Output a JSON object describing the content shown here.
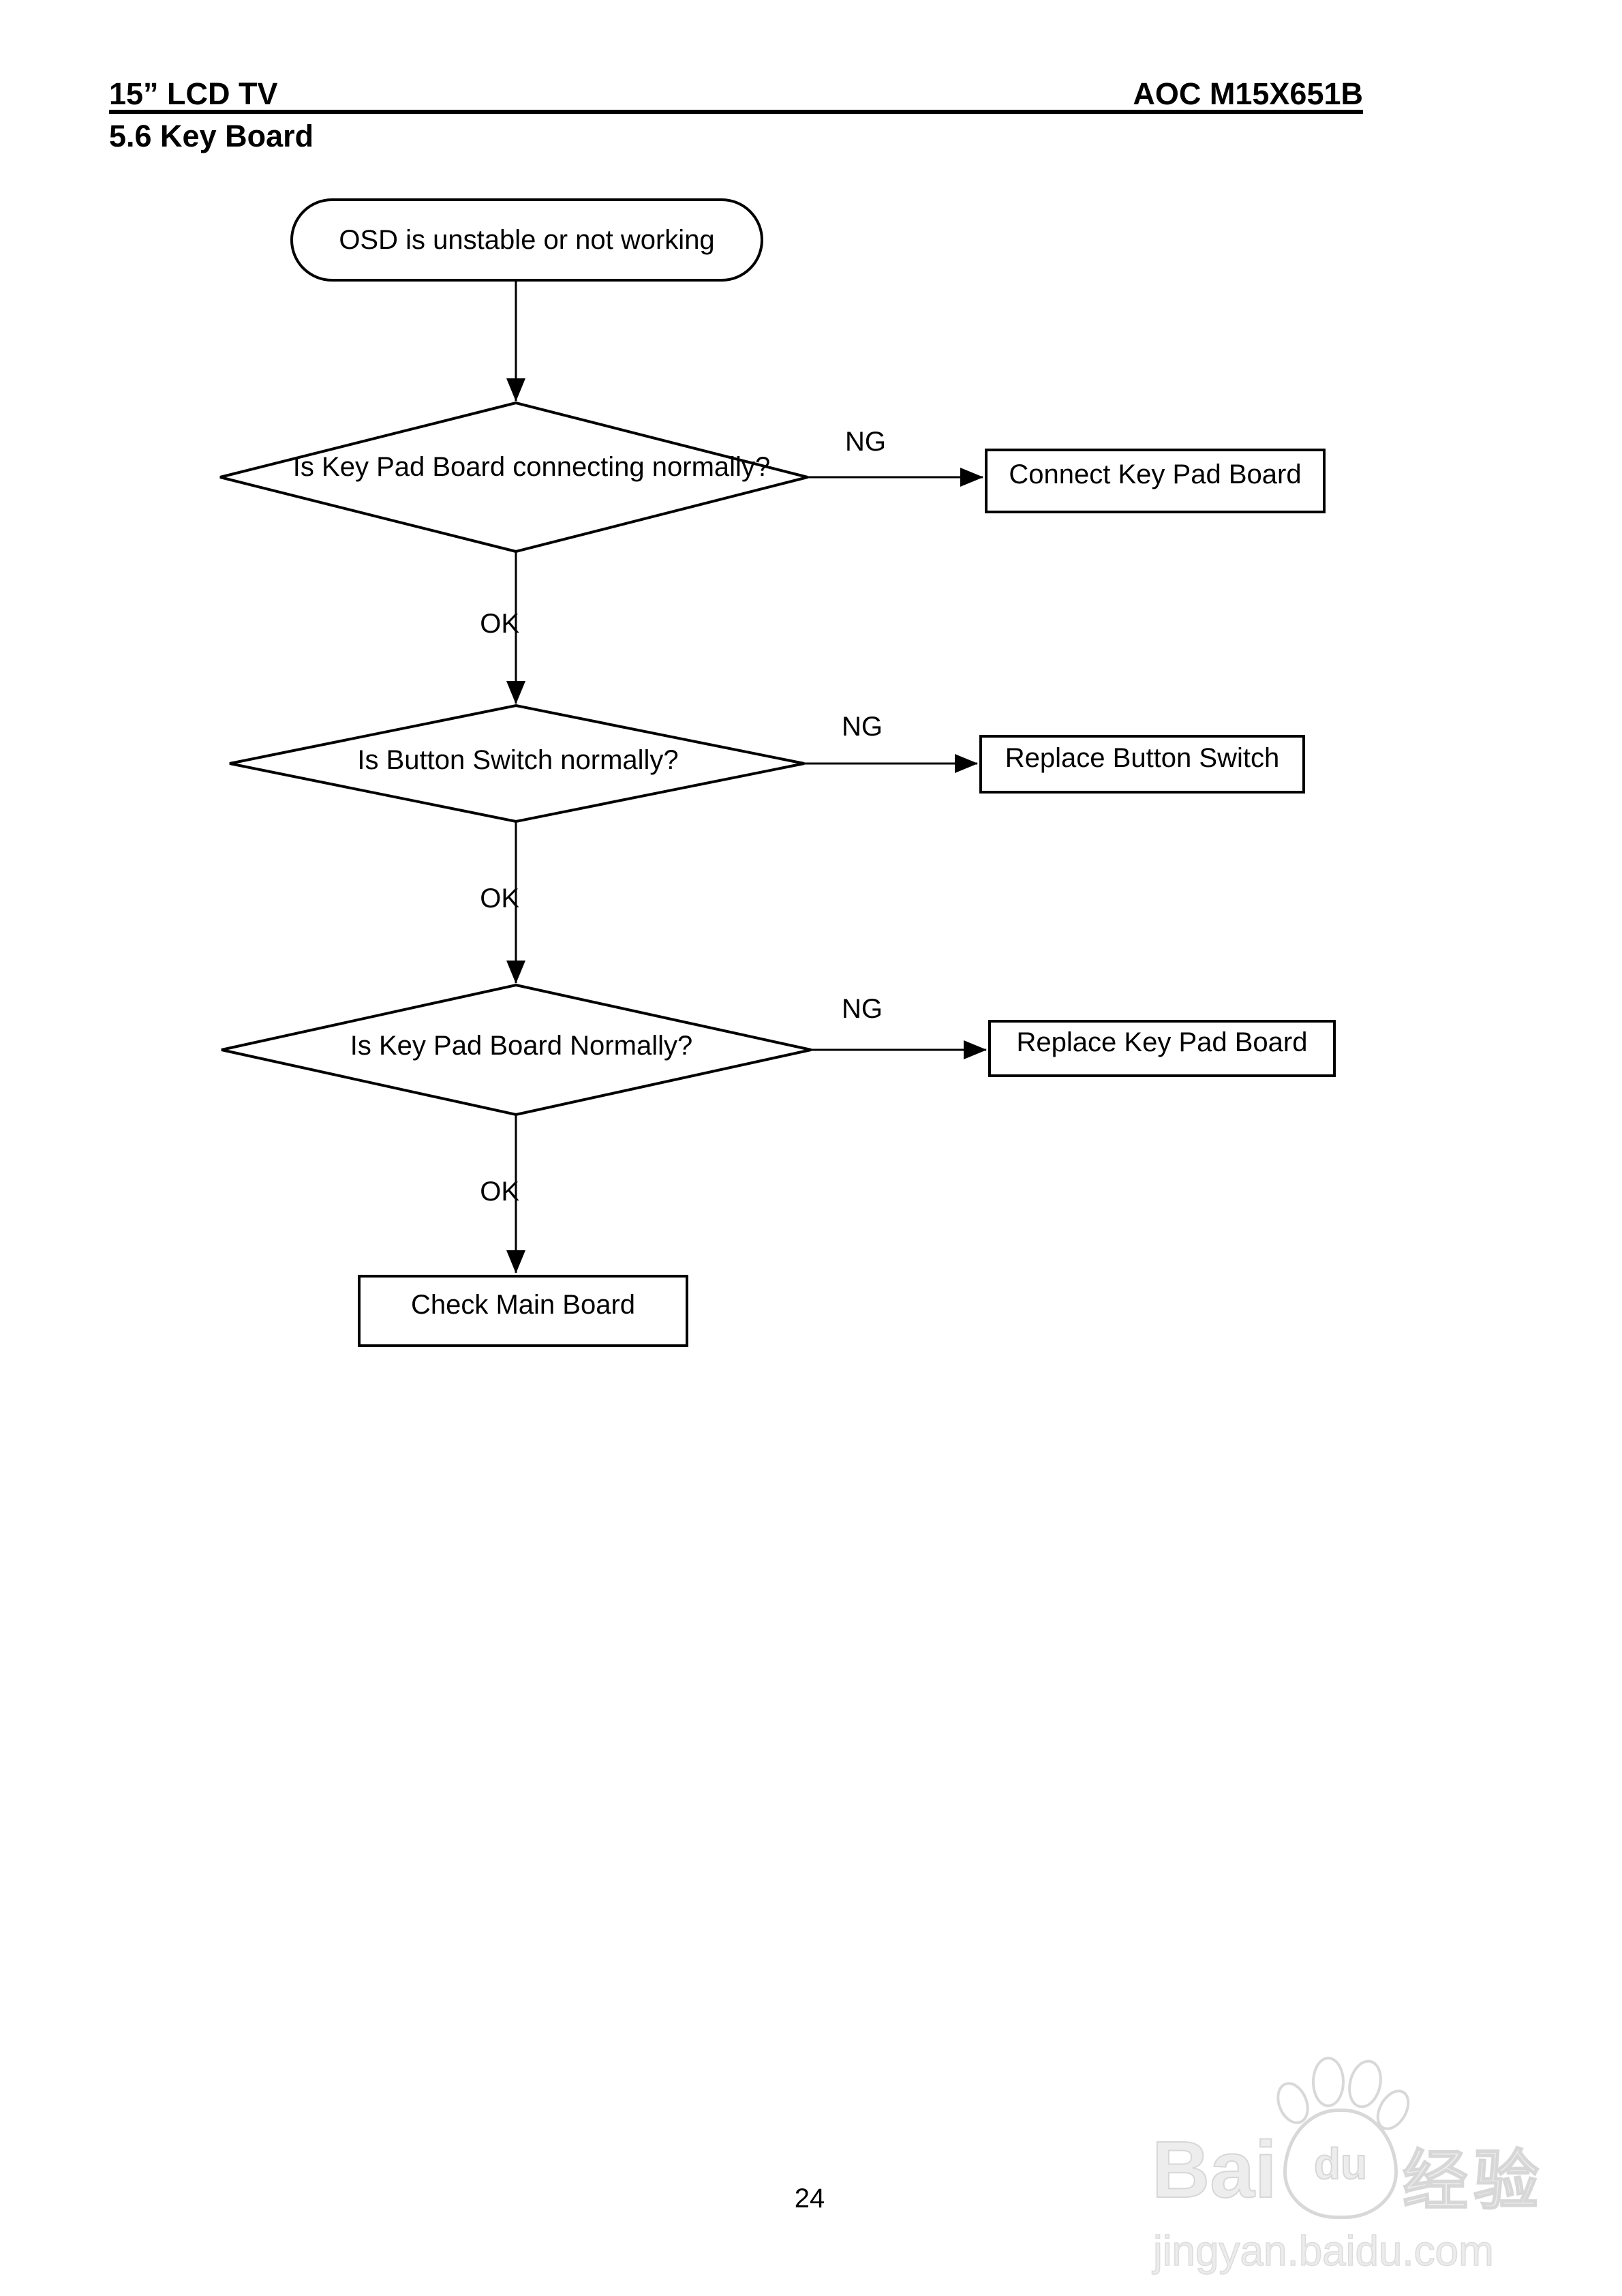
{
  "page": {
    "header_left": "15” LCD TV",
    "header_right": "AOC M15X651B",
    "section_title": "5.6 Key Board",
    "page_number": "24"
  },
  "flowchart": {
    "start": "OSD is unstable or not working",
    "steps": [
      {
        "question": "Is Key Pad Board connecting normally?",
        "ng": "NG",
        "ok": "OK",
        "ng_action": "Connect Key Pad Board"
      },
      {
        "question": "Is Button Switch normally?",
        "ng": "NG",
        "ok": "OK",
        "ng_action": "Replace Button Switch"
      },
      {
        "question": "Is Key Pad Board Normally?",
        "ng": "NG",
        "ok": "OK",
        "ng_action": "Replace Key Pad Board"
      }
    ],
    "final_action": "Check Main Board"
  },
  "watermark": {
    "logo_bai": "Bai",
    "logo_du": "du",
    "logo_cn": "经验",
    "logo_url": "jingyan.baidu.com"
  }
}
